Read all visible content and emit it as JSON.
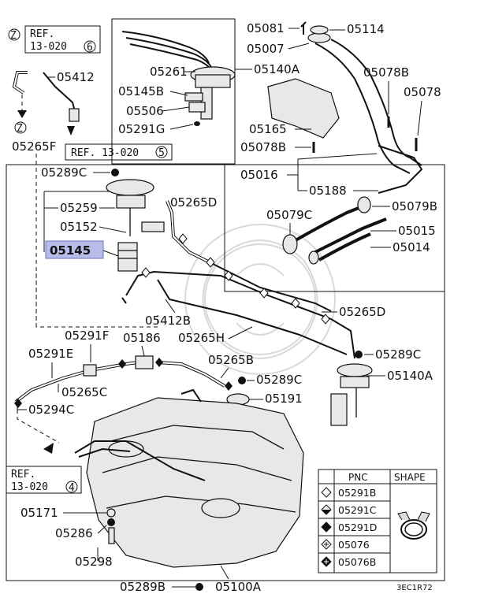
{
  "refs": {
    "ref_z": {
      "letter": "Z",
      "line1": "REF.",
      "line2": "13-020",
      "num": "6"
    },
    "ref_5": {
      "text": "REF. 13-020",
      "num": "5"
    },
    "ref_4": {
      "line1": "REF.",
      "line2": "13-020",
      "num": "4"
    },
    "z_marker": "Z"
  },
  "parts": {
    "p05412": "05412",
    "p05265F": "05265F",
    "p05261": "05261",
    "p05145B": "05145B",
    "p05506": "05506",
    "p05291G": "05291G",
    "p05140A_top": "05140A",
    "p05081": "05081",
    "p05114": "05114",
    "p05007": "05007",
    "p05078B_a": "05078B",
    "p05078": "05078",
    "p05165": "05165",
    "p05078B_b": "05078B",
    "p05016": "05016",
    "p05188": "05188",
    "p05079C": "05079C",
    "p05079B": "05079B",
    "p05015": "05015",
    "p05014": "05014",
    "p05289C_a": "05289C",
    "p05259": "05259",
    "p05152": "05152",
    "p05145": "05145",
    "p05265D_a": "05265D",
    "p05412B": "05412B",
    "p05265H": "05265H",
    "p05265D_b": "05265D",
    "p05289C_b": "05289C",
    "p05140A_bot": "05140A",
    "p05291F": "05291F",
    "p05186": "05186",
    "p05291E": "05291E",
    "p05265B": "05265B",
    "p05289C_c": "05289C",
    "p05265C": "05265C",
    "p05191": "05191",
    "p05294C": "05294C",
    "p05171": "05171",
    "p05286": "05286",
    "p05298": "05298",
    "p05289B": "05289B",
    "p05100A": "05100A"
  },
  "legend": {
    "header_pnc": "PNC",
    "header_shape": "SHAPE",
    "rows": [
      "05291B",
      "05291C",
      "05291D",
      "05076",
      "05076B"
    ]
  },
  "diagram_code": "3EC1R72",
  "colors": {
    "highlight": "#b8bce8",
    "ink": "#111111",
    "watermark": "#d9d9d9"
  }
}
